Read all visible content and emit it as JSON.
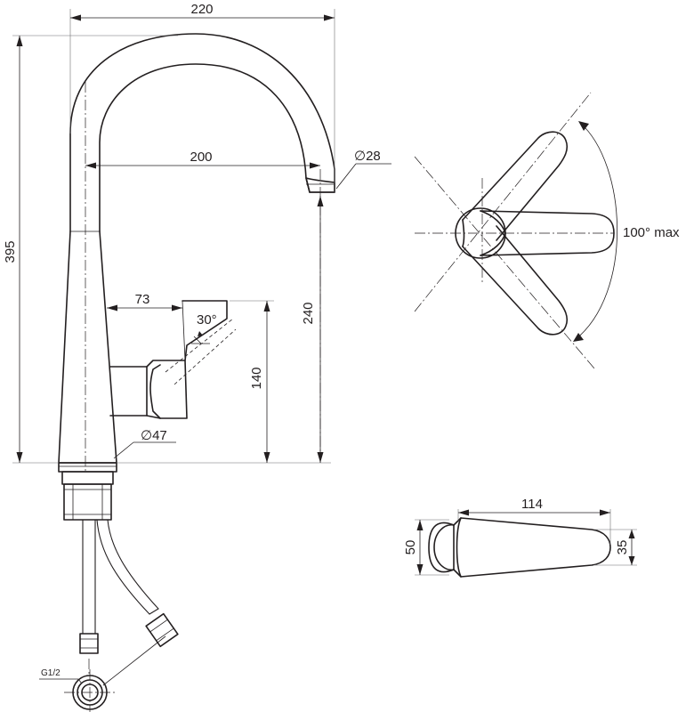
{
  "dimensions": {
    "width_total": "220",
    "spout_reach": "200",
    "spout_diameter": "∅28",
    "height_total": "395",
    "spout_height": "240",
    "handle_height": "140",
    "handle_offset": "73",
    "handle_tilt": "30°",
    "base_diameter": "∅47",
    "rotation_max": "100° max",
    "handle_length": "114",
    "handle_width": "50",
    "handle_thickness": "35",
    "hose_thread": "G1/2"
  }
}
